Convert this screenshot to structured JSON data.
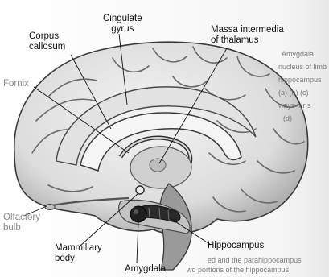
{
  "labels": {
    "cingulate_gyrus": [
      "Cingulate",
      "gyrus"
    ],
    "corpus_callosum": [
      "Corpus",
      "callosum"
    ],
    "massa_intermedia": [
      "Massa intermedia",
      "of thalamus"
    ],
    "fornix": "Fornix",
    "olfactory_bulb": [
      "Olfactory",
      "bulb"
    ],
    "mammillary_body": [
      "Mammillary",
      "body"
    ],
    "hippocampus": "Hippocampus",
    "amygdala": "Amygdala"
  },
  "bleed_text": {
    "right_lines": [
      "Amygdala",
      "nucleus of limb",
      "hippocampus",
      "(a) (b) (c)",
      "ways for s",
      "(d)"
    ],
    "bottom_lines": [
      "ed and the parahippocampus",
      "wo portions of the hippocampus"
    ]
  }
}
